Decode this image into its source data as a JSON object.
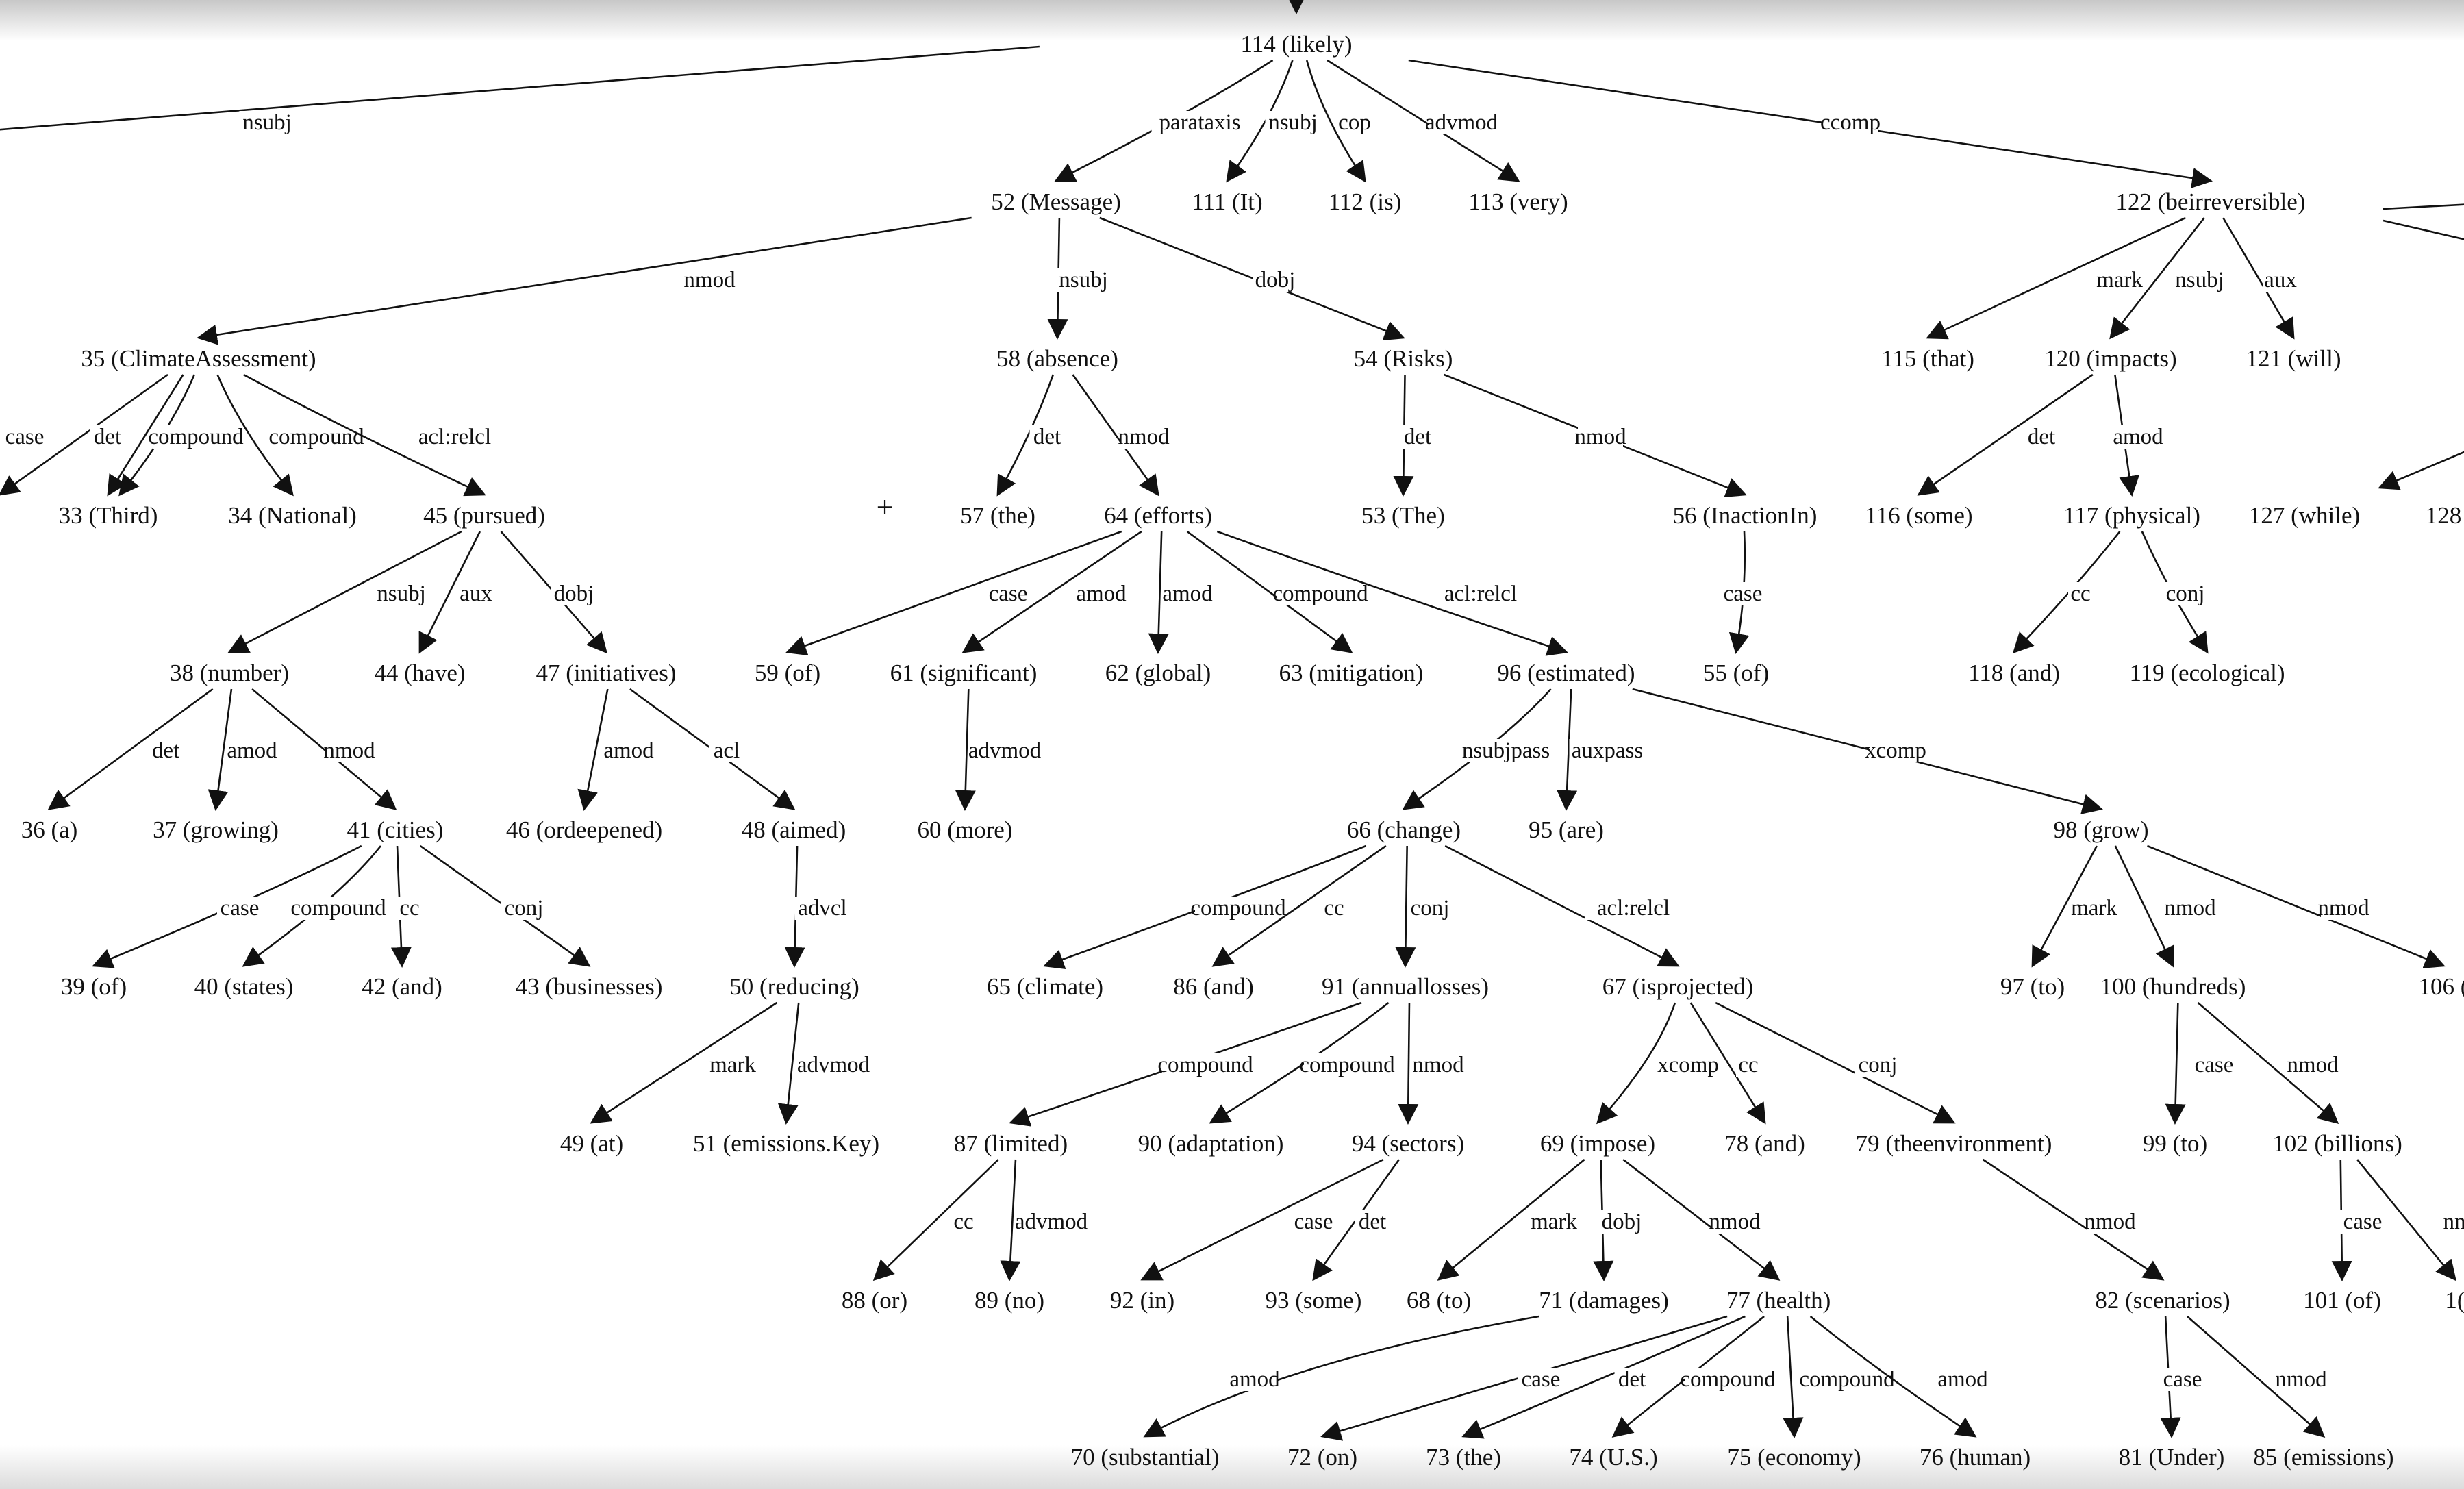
{
  "nodes": [
    {
      "id": "n114",
      "label": "114 (likely)"
    },
    {
      "id": "n52",
      "label": "52 (Message)"
    },
    {
      "id": "n111",
      "label": "111 (It)"
    },
    {
      "id": "n112",
      "label": "112 (is)"
    },
    {
      "id": "n113",
      "label": "113 (very)"
    },
    {
      "id": "n122",
      "label": "122 (beirreversible)"
    },
    {
      "id": "n35",
      "label": "35 (ClimateAssessment)"
    },
    {
      "id": "n58",
      "label": "58 (absence)"
    },
    {
      "id": "n54",
      "label": "54 (Risks)"
    },
    {
      "id": "n115",
      "label": "115 (that)"
    },
    {
      "id": "n120",
      "label": "120 (impacts)"
    },
    {
      "id": "n121",
      "label": "121 (will)"
    },
    {
      "id": "n33",
      "label": "33 (Third)"
    },
    {
      "id": "n34",
      "label": "34 (National)"
    },
    {
      "id": "n45",
      "label": "45 (pursued)"
    },
    {
      "id": "n57",
      "label": "57 (the)"
    },
    {
      "id": "n64",
      "label": "64 (efforts)"
    },
    {
      "id": "n53",
      "label": "53 (The)"
    },
    {
      "id": "n56",
      "label": "56 (InactionIn)"
    },
    {
      "id": "n116",
      "label": "116 (some)"
    },
    {
      "id": "n117",
      "label": "117 (physical)"
    },
    {
      "id": "n127",
      "label": "127 (while)"
    },
    {
      "id": "n128",
      "label": "128"
    },
    {
      "id": "n38",
      "label": "38 (number)"
    },
    {
      "id": "n44",
      "label": "44 (have)"
    },
    {
      "id": "n47",
      "label": "47 (initiatives)"
    },
    {
      "id": "n59",
      "label": "59 (of)"
    },
    {
      "id": "n61",
      "label": "61 (significant)"
    },
    {
      "id": "n62",
      "label": "62 (global)"
    },
    {
      "id": "n63",
      "label": "63 (mitigation)"
    },
    {
      "id": "n96",
      "label": "96 (estimated)"
    },
    {
      "id": "n55",
      "label": "55 (of)"
    },
    {
      "id": "n118",
      "label": "118 (and)"
    },
    {
      "id": "n119",
      "label": "119 (ecological)"
    },
    {
      "id": "n36",
      "label": "36 (a)"
    },
    {
      "id": "n37",
      "label": "37 (growing)"
    },
    {
      "id": "n41",
      "label": "41 (cities)"
    },
    {
      "id": "n46",
      "label": "46 (ordeepened)"
    },
    {
      "id": "n48",
      "label": "48 (aimed)"
    },
    {
      "id": "n60",
      "label": "60 (more)"
    },
    {
      "id": "n66",
      "label": "66 (change)"
    },
    {
      "id": "n95",
      "label": "95 (are)"
    },
    {
      "id": "n98",
      "label": "98 (grow)"
    },
    {
      "id": "n39",
      "label": "39 (of)"
    },
    {
      "id": "n40",
      "label": "40 (states)"
    },
    {
      "id": "n42",
      "label": "42 (and)"
    },
    {
      "id": "n43",
      "label": "43 (businesses)"
    },
    {
      "id": "n50",
      "label": "50 (reducing)"
    },
    {
      "id": "n65",
      "label": "65 (climate)"
    },
    {
      "id": "n86",
      "label": "86 (and)"
    },
    {
      "id": "n91",
      "label": "91 (annuallosses)"
    },
    {
      "id": "n67",
      "label": "67 (isprojected)"
    },
    {
      "id": "n97",
      "label": "97 (to)"
    },
    {
      "id": "n100",
      "label": "100 (hundreds)"
    },
    {
      "id": "n106",
      "label": "106 ("
    },
    {
      "id": "n49",
      "label": "49 (at)"
    },
    {
      "id": "n51",
      "label": "51 (emissions.Key)"
    },
    {
      "id": "n87",
      "label": "87 (limited)"
    },
    {
      "id": "n90",
      "label": "90 (adaptation)"
    },
    {
      "id": "n94",
      "label": "94 (sectors)"
    },
    {
      "id": "n69",
      "label": "69 (impose)"
    },
    {
      "id": "n78",
      "label": "78 (and)"
    },
    {
      "id": "n79",
      "label": "79 (theenvironment)"
    },
    {
      "id": "n99",
      "label": "99 (to)"
    },
    {
      "id": "n102",
      "label": "102 (billions)"
    },
    {
      "id": "n88",
      "label": "88 (or)"
    },
    {
      "id": "n89",
      "label": "89 (no)"
    },
    {
      "id": "n92",
      "label": "92 (in)"
    },
    {
      "id": "n93",
      "label": "93 (some)"
    },
    {
      "id": "n68",
      "label": "68 (to)"
    },
    {
      "id": "n71",
      "label": "71 (damages)"
    },
    {
      "id": "n77",
      "label": "77 (health)"
    },
    {
      "id": "n82",
      "label": "82 (scenarios)"
    },
    {
      "id": "n101",
      "label": "101 (of)"
    },
    {
      "id": "n10x",
      "label": "1("
    },
    {
      "id": "n70",
      "label": "70 (substantial)"
    },
    {
      "id": "n72",
      "label": "72 (on)"
    },
    {
      "id": "n73",
      "label": "73 (the)"
    },
    {
      "id": "n74",
      "label": "74 (U.S.)"
    },
    {
      "id": "n75",
      "label": "75 (economy)"
    },
    {
      "id": "n76",
      "label": "76 (human)"
    },
    {
      "id": "n81",
      "label": "81 (Under)"
    },
    {
      "id": "n85",
      "label": "85 (emissions)"
    }
  ],
  "edges": [
    {
      "label": "nsubj"
    },
    {
      "label": "parataxis"
    },
    {
      "label": "nsubj"
    },
    {
      "label": "cop"
    },
    {
      "label": "advmod"
    },
    {
      "label": "ccomp"
    },
    {
      "label": "nmod"
    },
    {
      "label": "nsubj"
    },
    {
      "label": "dobj"
    },
    {
      "label": "mark"
    },
    {
      "label": "nsubj"
    },
    {
      "label": "aux"
    },
    {
      "label": "case"
    },
    {
      "label": "det"
    },
    {
      "label": "compound"
    },
    {
      "label": "compound"
    },
    {
      "label": "acl:relcl"
    },
    {
      "label": "det"
    },
    {
      "label": "nmod"
    },
    {
      "label": "det"
    },
    {
      "label": "nmod"
    },
    {
      "label": "det"
    },
    {
      "label": "amod"
    },
    {
      "label": "nsubj"
    },
    {
      "label": "aux"
    },
    {
      "label": "dobj"
    },
    {
      "label": "case"
    },
    {
      "label": "amod"
    },
    {
      "label": "amod"
    },
    {
      "label": "compound"
    },
    {
      "label": "acl:relcl"
    },
    {
      "label": "case"
    },
    {
      "label": "cc"
    },
    {
      "label": "conj"
    },
    {
      "label": "det"
    },
    {
      "label": "amod"
    },
    {
      "label": "nmod"
    },
    {
      "label": "amod"
    },
    {
      "label": "acl"
    },
    {
      "label": "advmod"
    },
    {
      "label": "nsubjpass"
    },
    {
      "label": "auxpass"
    },
    {
      "label": "xcomp"
    },
    {
      "label": "case"
    },
    {
      "label": "compound"
    },
    {
      "label": "cc"
    },
    {
      "label": "conj"
    },
    {
      "label": "advcl"
    },
    {
      "label": "compound"
    },
    {
      "label": "cc"
    },
    {
      "label": "conj"
    },
    {
      "label": "acl:relcl"
    },
    {
      "label": "mark"
    },
    {
      "label": "nmod"
    },
    {
      "label": "nmod"
    },
    {
      "label": "mark"
    },
    {
      "label": "advmod"
    },
    {
      "label": "compound"
    },
    {
      "label": "compound"
    },
    {
      "label": "nmod"
    },
    {
      "label": "xcomp"
    },
    {
      "label": "cc"
    },
    {
      "label": "conj"
    },
    {
      "label": "case"
    },
    {
      "label": "nmod"
    },
    {
      "label": "cc"
    },
    {
      "label": "advmod"
    },
    {
      "label": "case"
    },
    {
      "label": "det"
    },
    {
      "label": "mark"
    },
    {
      "label": "dobj"
    },
    {
      "label": "nmod"
    },
    {
      "label": "nmod"
    },
    {
      "label": "case"
    },
    {
      "label": "nn"
    },
    {
      "label": "amod"
    },
    {
      "label": "case"
    },
    {
      "label": "det"
    },
    {
      "label": "compound"
    },
    {
      "label": "compound"
    },
    {
      "label": "amod"
    },
    {
      "label": "case"
    },
    {
      "label": "nmod"
    }
  ],
  "cursor_symbol": "+"
}
